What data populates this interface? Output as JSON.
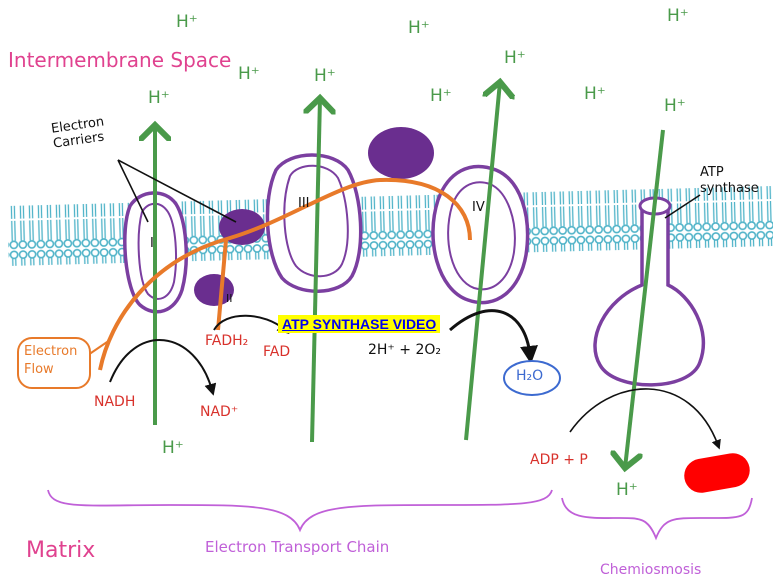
{
  "labels": {
    "intermembrane_space": "Intermembrane Space",
    "matrix": "Matrix",
    "electron_carriers": "Electron\nCarriers",
    "electron_flow": "Electron\nFlow",
    "atp_synthase": "ATP\nsynthase",
    "etc_brace": "Electron Transport Chain",
    "chemiosmosis_brace": "Chemiosmosis",
    "nadh": "NADH",
    "nad_plus": "NAD⁺",
    "fadh2": "FADH₂",
    "fad": "FAD",
    "h2o": "H₂O",
    "adp_p": "ADP + P",
    "oxygen_reaction": "2H⁺ + 2O₂",
    "h_plus": "H⁺",
    "complex_1": "I",
    "complex_2": "II",
    "complex_3": "III",
    "complex_4": "IV"
  },
  "link": {
    "video": "ATP SYNTHASE VIDEO"
  },
  "colors": {
    "membrane": "#4fb3c8",
    "protein": "#7b3fa0",
    "protein_fill": "#6a2e8f",
    "proton_arrow": "#4a9a4a",
    "electron_flow": "#e87a2a",
    "red_label": "#d8312b",
    "pink_label": "#e0428f",
    "brace": "#c060d8",
    "atp_blob": "#ff0000"
  }
}
